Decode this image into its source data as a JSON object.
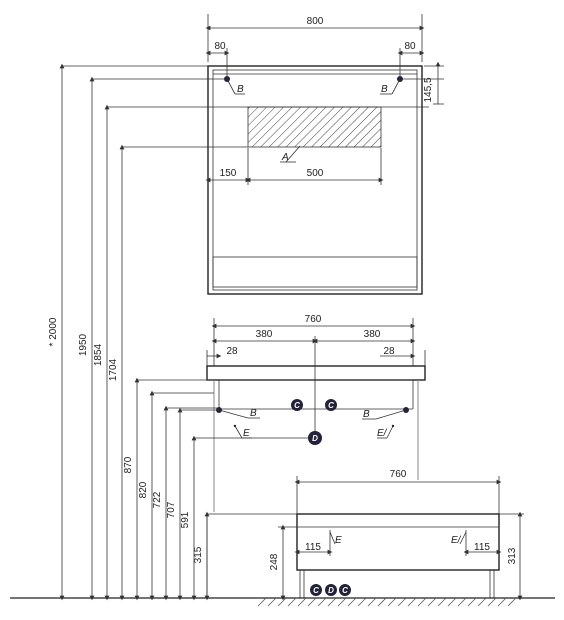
{
  "mirror": {
    "width": "800",
    "left_offset": "80",
    "right_offset": "80",
    "top_offset": "145,5",
    "hatch_offset": "150",
    "hatch_width": "500",
    "label_A": "A",
    "label_B_left": "B",
    "label_B_right": "B"
  },
  "cabinet": {
    "width": "760",
    "half_left": "380",
    "half_right": "380",
    "edge_left": "28",
    "edge_right": "28",
    "label_B_left": "B",
    "label_B_right": "B",
    "label_E_left": "E",
    "label_E_right": "E/",
    "marker_C1": "C",
    "marker_C2": "C",
    "marker_D": "D"
  },
  "base": {
    "width": "760",
    "left_115": "115",
    "right_115": "115",
    "label_E_left": "E",
    "label_E_right": "E/",
    "height_313": "313",
    "height_248": "248",
    "floor_C1": "C",
    "floor_D": "D",
    "floor_C2": "C"
  },
  "heights": {
    "h2000": "* 2000",
    "h1950": "1950",
    "h1854": "1854",
    "h1704": "1704",
    "h870": "870",
    "h820": "820",
    "h722": "722",
    "h707": "707",
    "h591": "591",
    "h315": "315"
  }
}
